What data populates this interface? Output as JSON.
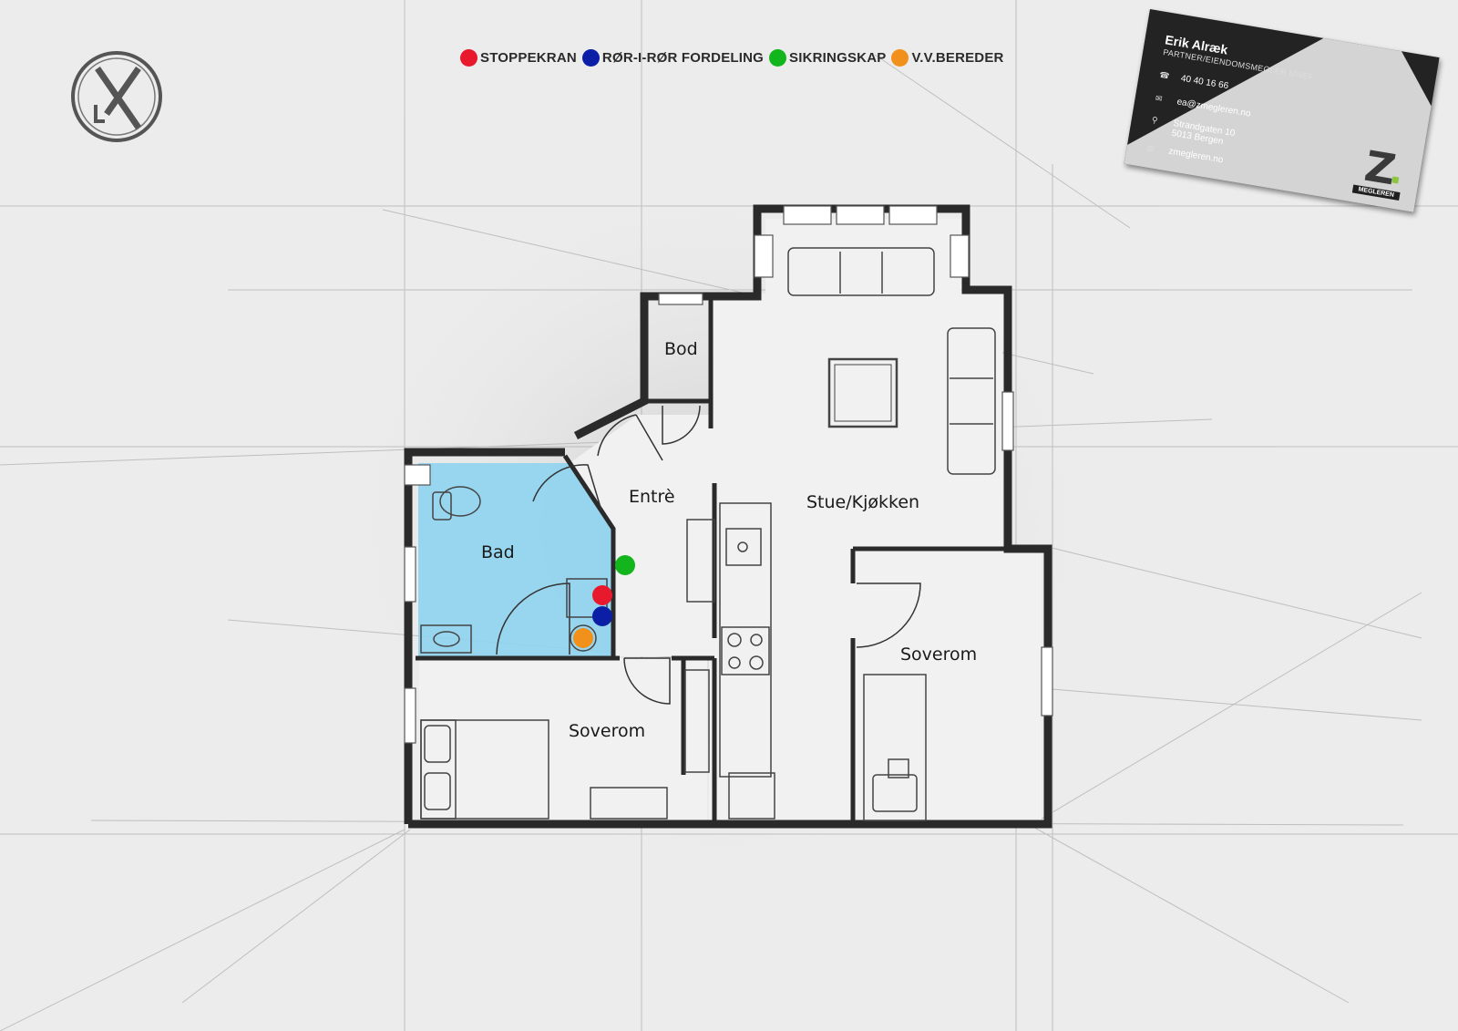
{
  "legend": {
    "items": [
      {
        "label": "STOPPEKRAN",
        "color": "#e8192c"
      },
      {
        "label": "RØR-I-RØR FORDELING",
        "color": "#0a1fa6"
      },
      {
        "label": "SIKRINGSKAP",
        "color": "#13b51c"
      },
      {
        "label": "V.V.BEREDER",
        "color": "#f2901c"
      }
    ]
  },
  "rooms": {
    "bod": "Bod",
    "entre": "Entrè",
    "stue": "Stue/Kjøkken",
    "bad": "Bad",
    "soverom_right": "Soverom",
    "soverom_left": "Soverom"
  },
  "card": {
    "name": "Erik Alræk",
    "title": "PARTNER/EIENDOMSMEGLER MNEF",
    "phone": "40 40 16 66",
    "email": "ea@zmegleren.no",
    "address_line1": "Strandgaten 10",
    "address_line2": "5013 Bergen",
    "web": "zmegleren.no",
    "logo_letter": "Z",
    "logo_word": "MEGLEREN"
  },
  "colors": {
    "bathroom": "#8fd4ef",
    "wall": "#2a2a2a"
  }
}
